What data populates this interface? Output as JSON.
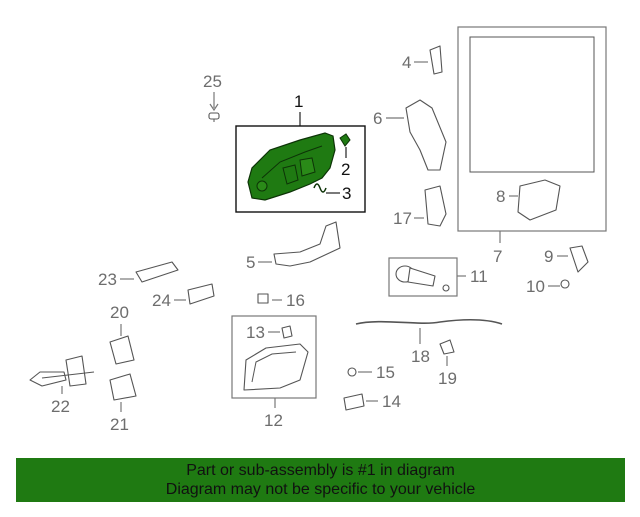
{
  "diagram": {
    "callouts": {
      "c1": "1",
      "c2": "2",
      "c3": "3",
      "c4": "4",
      "c5": "5",
      "c6": "6",
      "c7": "7",
      "c8": "8",
      "c9": "9",
      "c10": "10",
      "c11": "11",
      "c12": "12",
      "c13": "13",
      "c14": "14",
      "c15": "15",
      "c16": "16",
      "c17": "17",
      "c18": "18",
      "c19": "19",
      "c20": "20",
      "c21": "21",
      "c22": "22",
      "c23": "23",
      "c24": "24",
      "c25": "25"
    },
    "highlight_color": "#1f7a12"
  },
  "banner": {
    "line1": "Part or sub-assembly is #1 in diagram",
    "line2": "Diagram may not be specific to your vehicle",
    "background": "#1f7a12"
  }
}
